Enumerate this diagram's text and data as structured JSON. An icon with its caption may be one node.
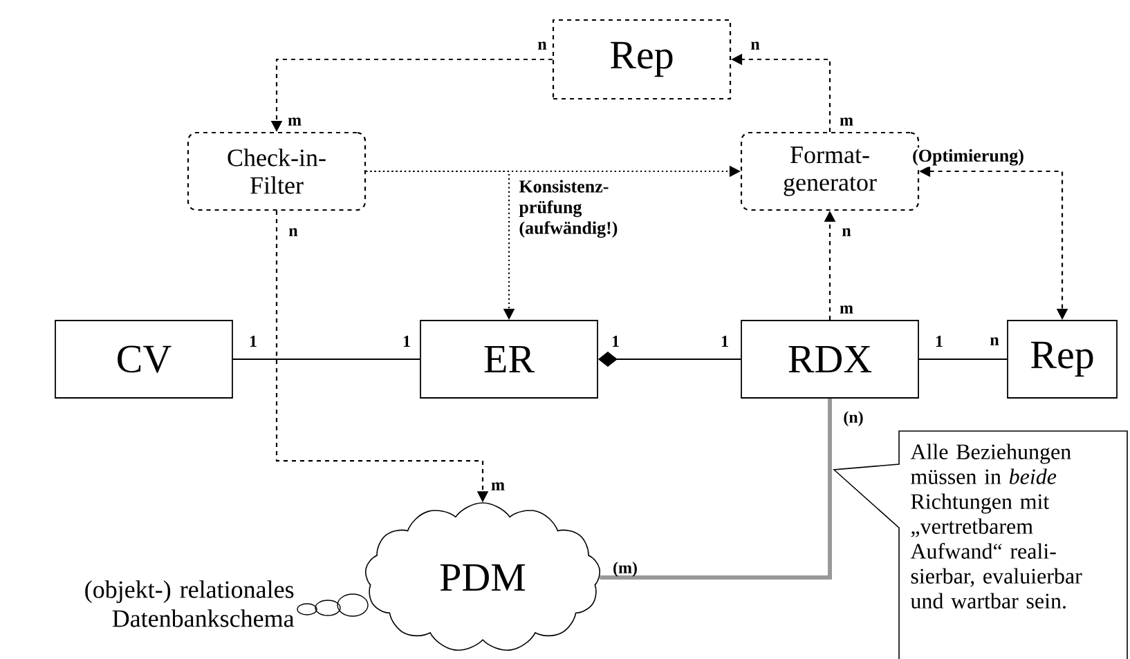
{
  "diagram": {
    "nodes": [
      {
        "text": [
          "Rep"
        ]
      },
      {
        "text": [
          "Check-in- Filter"
        ]
      },
      {
        "text": [
          "Format- generator"
        ]
      },
      {
        "text": [
          "CV"
        ]
      },
      {
        "text": [
          "ER"
        ]
      },
      {
        "text": [
          "RDX"
        ]
      },
      {
        "text": [
          "Rep"
        ]
      },
      {
        "text": [
          "PDM"
        ],
        "beside": [
          "(objekt-) relationales Datenbankschema"
        ]
      },
      {
        "text": [
          "Alle Beziehungen müssen in *beide* Richtungen mit „vertretbarem Aufwand“ reali- sierbar, evaluierbar und wartbar sein."
        ]
      }
    ],
    "edges": [
      {
        "from": 2,
        "to": 0,
        "arrow": "to",
        "style": "dashed"
      },
      {
        "from": 0,
        "to": 1,
        "arrow": "to",
        "style": "dashed"
      },
      {
        "from": 1,
        "to": 2,
        "arrow": "to",
        "style": "dashed"
      },
      {
        "from": 1,
        "to": 4,
        "arrow": "to",
        "style": "dashed",
        "label": "Konsistenz- prüfung (aufwändig!)"
      },
      {
        "from": 1,
        "to": 7,
        "arrow": "to",
        "style": "dashed"
      },
      {
        "from": 5,
        "to": 2,
        "arrow": "to",
        "style": "dashed"
      },
      {
        "from": 2,
        "to": 6,
        "arrow": "both",
        "style": "dashed",
        "label": "(Optimierung)"
      },
      {
        "from": 3,
        "to": 4,
        "arrow": "none"
      },
      {
        "from": 5,
        "to": 4,
        "arrow": "other"
      },
      {
        "from": 5,
        "to": 6,
        "arrow": "none"
      },
      {
        "from": 5,
        "to": 7,
        "arrow": "none",
        "style": "thick",
        "color": "#999999"
      }
    ],
    "labels": [
      "n",
      "n",
      "m",
      "m",
      "n",
      "n",
      "m",
      "1",
      "1",
      "1",
      "1",
      "1",
      "n",
      "(n)",
      "m",
      "(m)"
    ]
  }
}
